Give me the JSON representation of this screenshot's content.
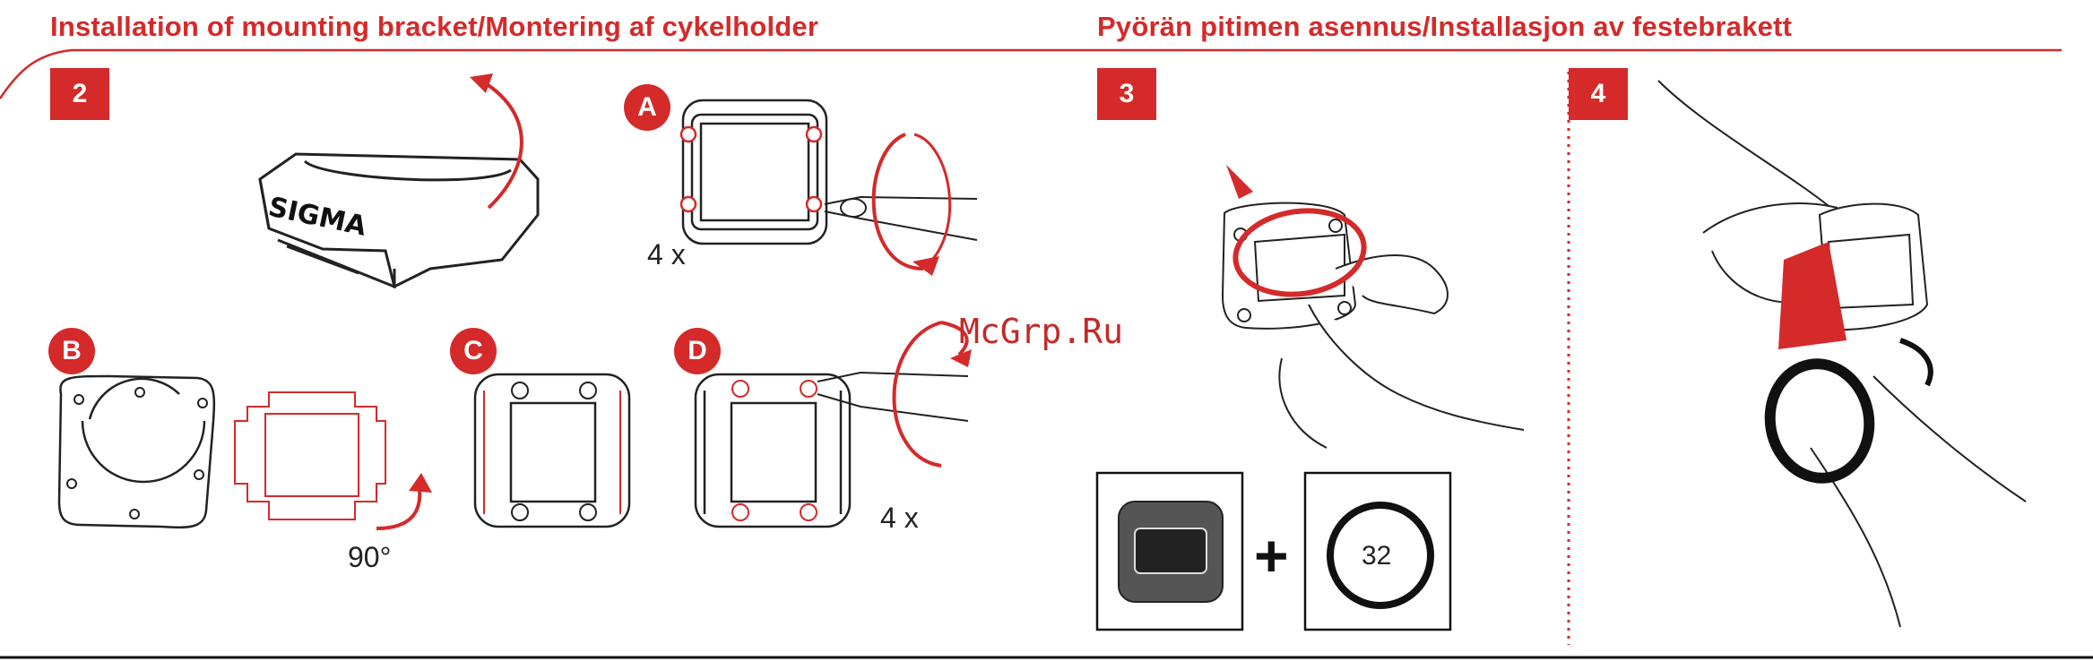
{
  "headings": {
    "left": "Installation of mounting bracket/Montering af cykelholder",
    "right": "Pyörän pitimen asennus/Installasjon av festebrakett"
  },
  "steps": {
    "step2": "2",
    "step3": "3",
    "step4": "4"
  },
  "sub_steps": {
    "a": "A",
    "b": "B",
    "c": "C",
    "d": "D"
  },
  "labels": {
    "count_a": "4 x",
    "count_d": "4 x",
    "rotation": "90°",
    "ring_size": "32",
    "plus": "+",
    "brand": "SIGMA",
    "watermark": "McGrp.Ru"
  },
  "colors": {
    "accent": "#d42a2a",
    "line": "#222222"
  }
}
